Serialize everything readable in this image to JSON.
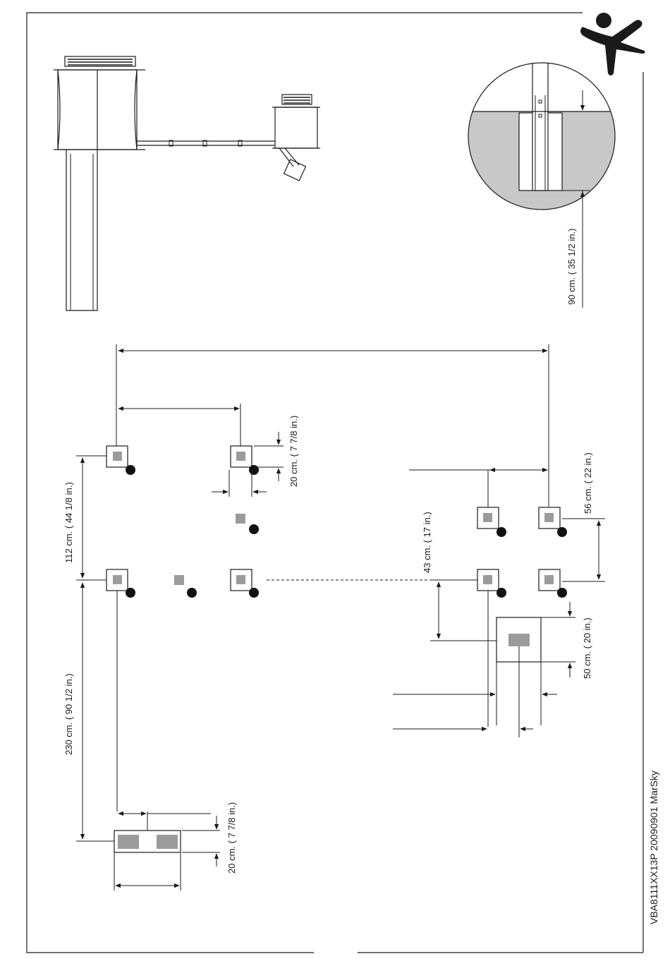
{
  "document": {
    "product_code": "VBA8111XX13P 20090901  MarSky",
    "brand_icon": "kid-jumping-logo-icon"
  },
  "detail_view": {
    "depth_label": "90 cm. ( 35 1/2 in.)"
  },
  "layout_plan": {
    "dim_pad_size_left": "20 cm. ( 7 7/8 in.)",
    "dim_112": "112 cm. ( 44 1/8 in.)",
    "dim_230": "230 cm. ( 90 1/2 in.)",
    "dim_pad_size_bottom": "20 cm. ( 7 7/8 in.)",
    "dim_56": "56 cm. ( 22 in.)",
    "dim_43": "43 cm. ( 17 in.)",
    "dim_50": "50 cm. ( 20 in.)"
  },
  "colors": {
    "line": "#1a1a1a",
    "ground": "#c8c8c8",
    "footing": "#9b9b9b"
  }
}
